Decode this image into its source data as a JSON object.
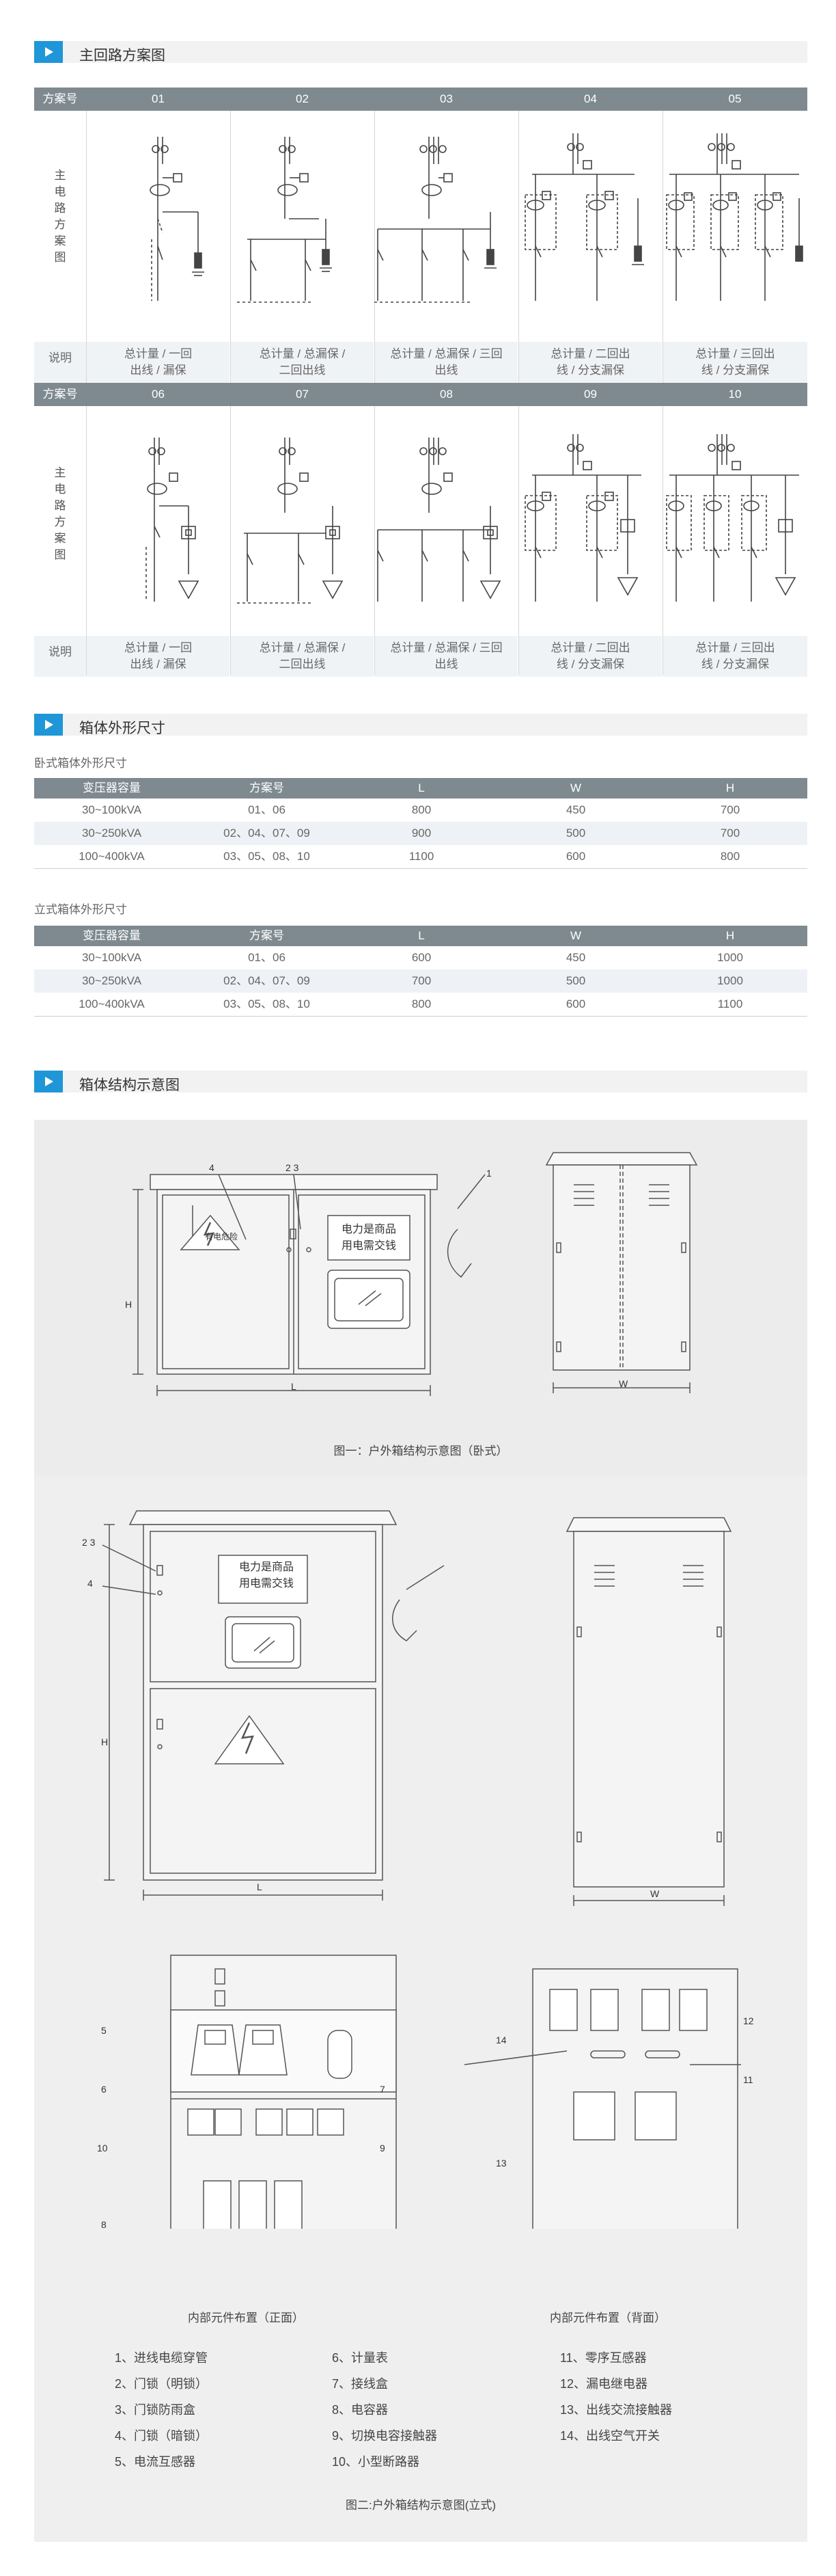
{
  "sections": {
    "main_circuit": "主回路方案图",
    "dimensions": "箱体外形尺寸",
    "structure": "箱体结构示意图"
  },
  "scheme_table": {
    "row_label": "方案号",
    "diagram_label": "主电路方案图",
    "desc_label": "说明",
    "group1": {
      "numbers": [
        "01",
        "02",
        "03",
        "04",
        "05"
      ],
      "desc": [
        [
          "总计量 / 一回",
          "出线 / 漏保"
        ],
        [
          "总计量 / 总漏保 /",
          "二回出线"
        ],
        [
          "总计量 / 总漏保 / 三回",
          "出线"
        ],
        [
          "总计量 / 二回出",
          "线 / 分支漏保"
        ],
        [
          "总计量 / 三回出",
          "线 / 分支漏保"
        ]
      ]
    },
    "group2": {
      "numbers": [
        "06",
        "07",
        "08",
        "09",
        "10"
      ],
      "desc": [
        [
          "总计量 / 一回",
          "出线 / 漏保"
        ],
        [
          "总计量 / 总漏保 /",
          "二回出线"
        ],
        [
          "总计量 / 总漏保 / 三回",
          "出线"
        ],
        [
          "总计量 / 二回出",
          "线 / 分支漏保"
        ],
        [
          "总计量 / 三回出",
          "线 / 分支漏保"
        ]
      ]
    }
  },
  "horizontal_box": {
    "caption": "卧式箱体外形尺寸",
    "headers": [
      "变压器容量",
      "方案号",
      "L",
      "W",
      "H"
    ],
    "rows": [
      [
        "30~100kVA",
        "01、06",
        "800",
        "450",
        "700"
      ],
      [
        "30~250kVA",
        "02、04、07、09",
        "900",
        "500",
        "700"
      ],
      [
        "100~400kVA",
        "03、05、08、10",
        "1100",
        "600",
        "800"
      ]
    ]
  },
  "vertical_box": {
    "caption": "立式箱体外形尺寸",
    "headers": [
      "变压器容量",
      "方案号",
      "L",
      "W",
      "H"
    ],
    "rows": [
      [
        "30~100kVA",
        "01、06",
        "600",
        "450",
        "1000"
      ],
      [
        "30~250kVA",
        "02、04、07、09",
        "700",
        "500",
        "1000"
      ],
      [
        "100~400kVA",
        "03、05、08、10",
        "800",
        "600",
        "1100"
      ]
    ]
  },
  "figure1": {
    "caption": "图一：户外箱结构示意图（卧式）",
    "warning_text": "有电危险",
    "sign_line1": "电力是商品",
    "sign_line2": "用电需交钱",
    "label_l": "L",
    "label_h": "H",
    "label_w": "W",
    "callouts": [
      "4",
      "2 3",
      "1"
    ]
  },
  "figure2": {
    "caption": "图二:户外箱结构示意图(立式)",
    "sign_line1": "电力是商品",
    "sign_line2": "用电需交钱",
    "label_l": "L",
    "label_h": "H",
    "label_w": "W",
    "callouts_front": [
      "2 3",
      "4"
    ],
    "front_label": "内部元件布置（正面）",
    "back_label": "内部元件布置（背面）",
    "num_front": [
      "5",
      "6",
      "7",
      "10",
      "9",
      "8"
    ],
    "num_back": [
      "12",
      "14",
      "11",
      "13"
    ]
  },
  "legend": {
    "col1": [
      "1、进线电缆穿管",
      "2、门锁（明锁）",
      "3、门锁防雨盒",
      "4、门锁（暗锁）",
      "5、电流互感器"
    ],
    "col2": [
      "6、计量表",
      "7、接线盒",
      "8、电容器",
      "9、切换电容接触器",
      "10、小型断路器"
    ],
    "col3": [
      "11、零序互感器",
      "12、漏电继电器",
      "13、出线交流接触器",
      "14、出线空气开关"
    ]
  },
  "colors": {
    "accent": "#1e96d8",
    "header_bar": "#7e8a90",
    "panel": "#ececec"
  }
}
